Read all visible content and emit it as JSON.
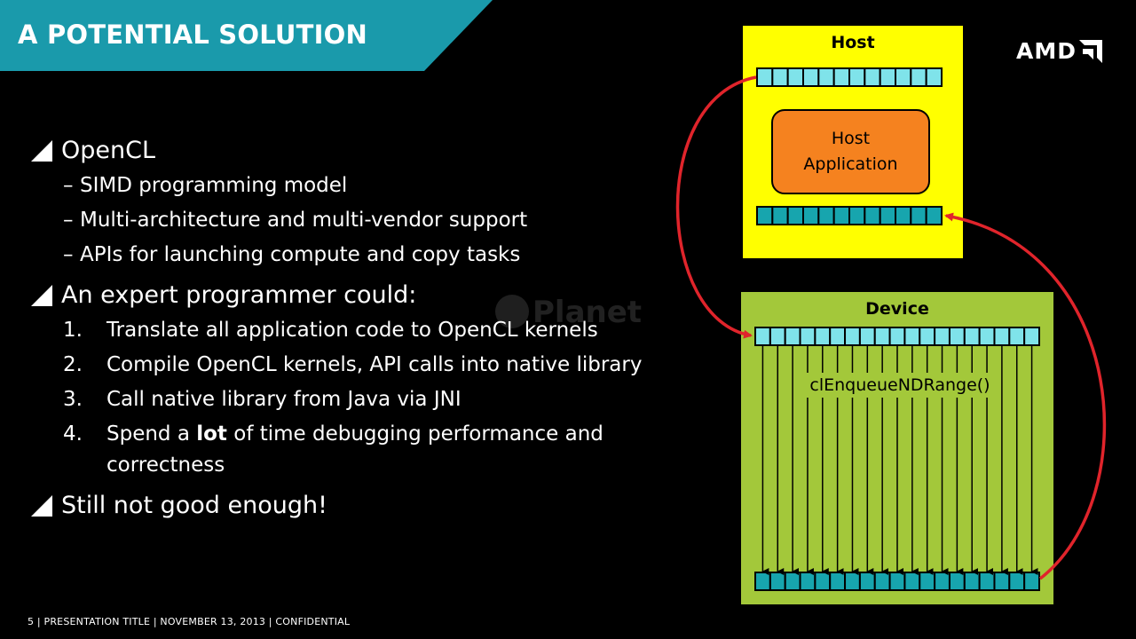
{
  "slide": {
    "title": "A POTENTIAL SOLUTION",
    "logo_text": "AMD",
    "bullets": [
      {
        "text": "OpenCL",
        "subitems": [
          "SIMD programming model",
          "Multi-architecture and multi-vendor support",
          "APIs for launching compute and copy tasks"
        ]
      },
      {
        "text": "An expert programmer could:",
        "numbered": [
          {
            "num": "1.",
            "text": "Translate all application code to OpenCL kernels"
          },
          {
            "num": "2.",
            "text": "Compile OpenCL kernels, API calls into native library"
          },
          {
            "num": "3.",
            "text": "Call native library from Java via JNI"
          },
          {
            "num": "4.",
            "text_before": "Spend a ",
            "text_bold": "lot",
            "text_after": " of time debugging performance and correctness"
          }
        ]
      },
      {
        "text": "Still not good enough!"
      }
    ],
    "sub_dash": "–",
    "footer": "5   |   PRESENTATION TITLE   |   NOVEMBER 13, 2013   |   CONFIDENTIAL",
    "watermark": "Planet"
  },
  "diagram": {
    "host_label": "Host",
    "host_app_line1": "Host",
    "host_app_line2": "Application",
    "device_label": "Device",
    "kernel_call": "clEnqueueNDRange()",
    "host_buffer_cells": 12,
    "device_buffer_cells": 19
  },
  "colors": {
    "title_band": "#1a9aab",
    "host_box": "#ffff00",
    "device_box": "#a3c83a",
    "host_app": "#f5821f",
    "buffer_light": "#7fe3ea",
    "buffer_dark": "#17a5ae",
    "arrow_red": "#e0242b"
  }
}
